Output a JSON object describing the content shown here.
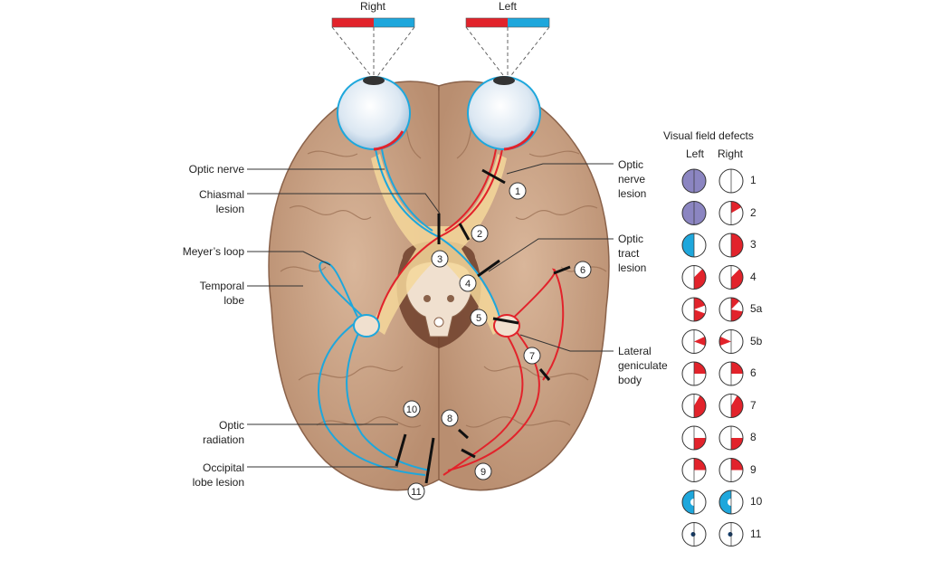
{
  "eye_labels": {
    "right": "Right",
    "left": "Left"
  },
  "labels": {
    "optic_nerve": "Optic nerve",
    "chiasmal_lesion": [
      "Chiasmal",
      "lesion"
    ],
    "meyers_loop": "Meyer’s loop",
    "temporal_lobe": [
      "Temporal",
      "lobe"
    ],
    "optic_radiation": [
      "Optic",
      "radiation"
    ],
    "occipital_lobe_lesion": [
      "Occipital",
      "lobe lesion"
    ],
    "optic_nerve_lesion": [
      "Optic",
      "nerve",
      "lesion"
    ],
    "optic_tract_lesion": [
      "Optic",
      "tract",
      "lesion"
    ],
    "lateral_geniculate_body": [
      "Lateral",
      "geniculate",
      "body"
    ]
  },
  "lesion_numbers": [
    "1",
    "2",
    "3",
    "4",
    "5",
    "6",
    "7",
    "8",
    "9",
    "10",
    "11"
  ],
  "visual_field_defects": {
    "title": "Visual field defects",
    "col_left": "Left",
    "col_right": "Right",
    "rows": [
      {
        "label": "1",
        "left": "full-purple",
        "right": "empty"
      },
      {
        "label": "2",
        "left": "full-purple",
        "right": "wedge-upper-right"
      },
      {
        "label": "3",
        "left": "half-left-blue",
        "right": "half-right-red"
      },
      {
        "label": "4",
        "left": "right-half-wedge",
        "right": "right-half-wedge"
      },
      {
        "label": "5a",
        "left": "right-half-notch",
        "right": "right-half-notch-left"
      },
      {
        "label": "5b",
        "left": "wedge-right-mid",
        "right": "wedge-left-mid"
      },
      {
        "label": "6",
        "left": "quadrant-upper-left",
        "right": "quadrant-upper-right"
      },
      {
        "label": "7",
        "left": "right-half-bottom",
        "right": "right-half-bottom"
      },
      {
        "label": "8",
        "left": "quadrant-lower-right",
        "right": "quadrant-lower-right"
      },
      {
        "label": "9",
        "left": "quadrant-upper-right",
        "right": "quadrant-upper-right"
      },
      {
        "label": "10",
        "left": "half-left-blue-sparing",
        "right": "half-left-blue-sparing"
      },
      {
        "label": "11",
        "left": "central-dot",
        "right": "central-dot"
      }
    ]
  },
  "colors": {
    "red": "#e2232b",
    "blue": "#1ea7dc",
    "purple": "#8b85c1",
    "brain": "#c9a285",
    "brain_dark": "#a57a5e",
    "chiasm": "#f4d79a"
  }
}
